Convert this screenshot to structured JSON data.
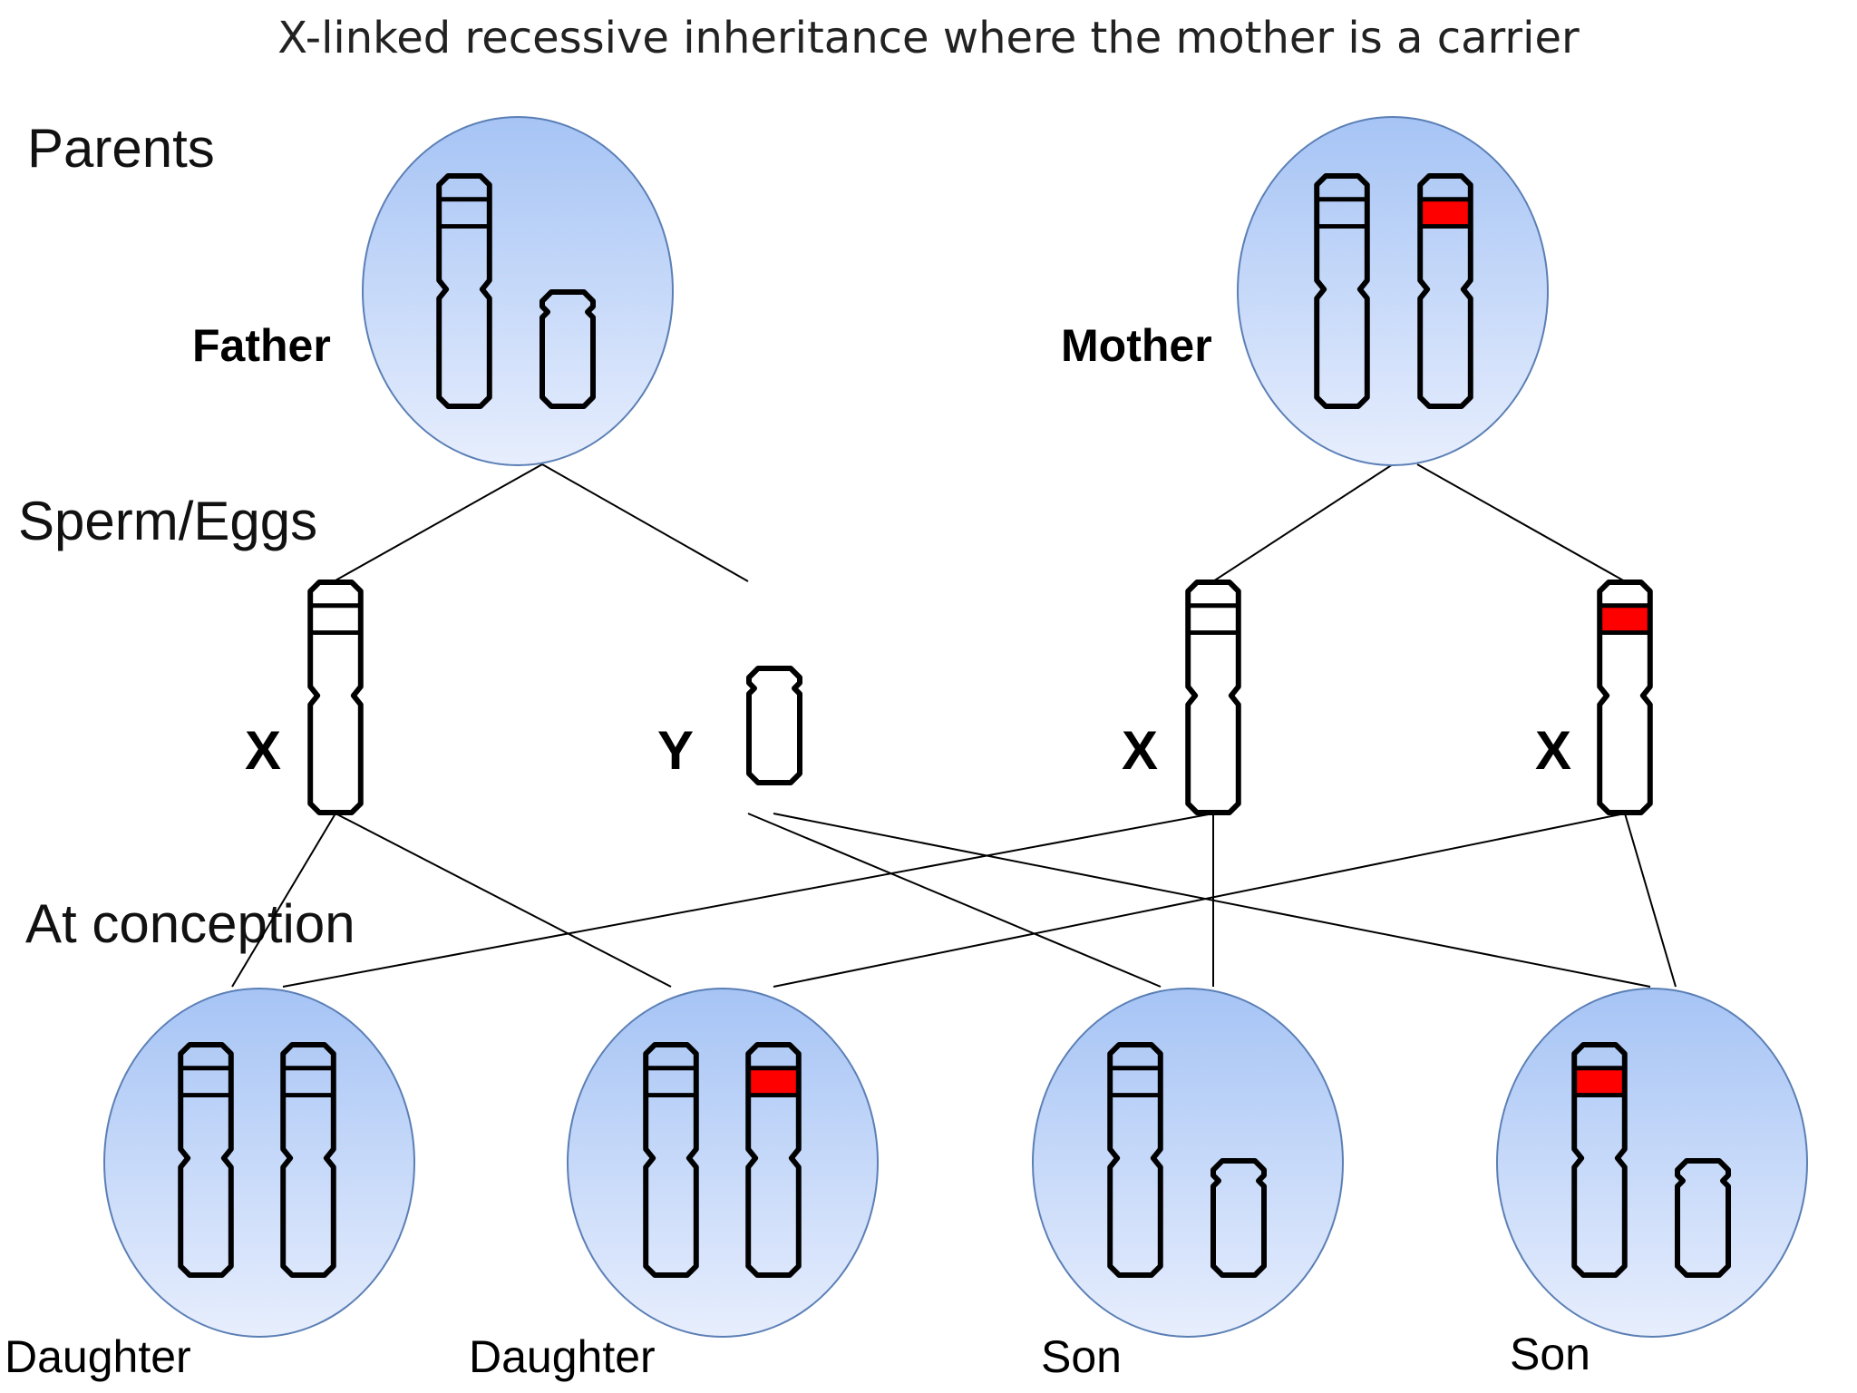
{
  "title": "X-linked recessive inheritance where the mother is a carrier",
  "sections": {
    "parents": "Parents",
    "gametes": "Sperm/Eggs",
    "conception": "At conception"
  },
  "parents": {
    "father": "Father",
    "mother": "Mother"
  },
  "gametes": [
    "X",
    "Y",
    "X",
    "X"
  ],
  "children": [
    "Daughter",
    "Daughter",
    "Son",
    "Son"
  ],
  "colors": {
    "cell_top": "#a6c4f5",
    "cell_bottom": "#e7eefd",
    "cell_stroke": "#5b7fb5",
    "mutant_band": "#ff0000",
    "chromosome_stroke": "#000000"
  }
}
